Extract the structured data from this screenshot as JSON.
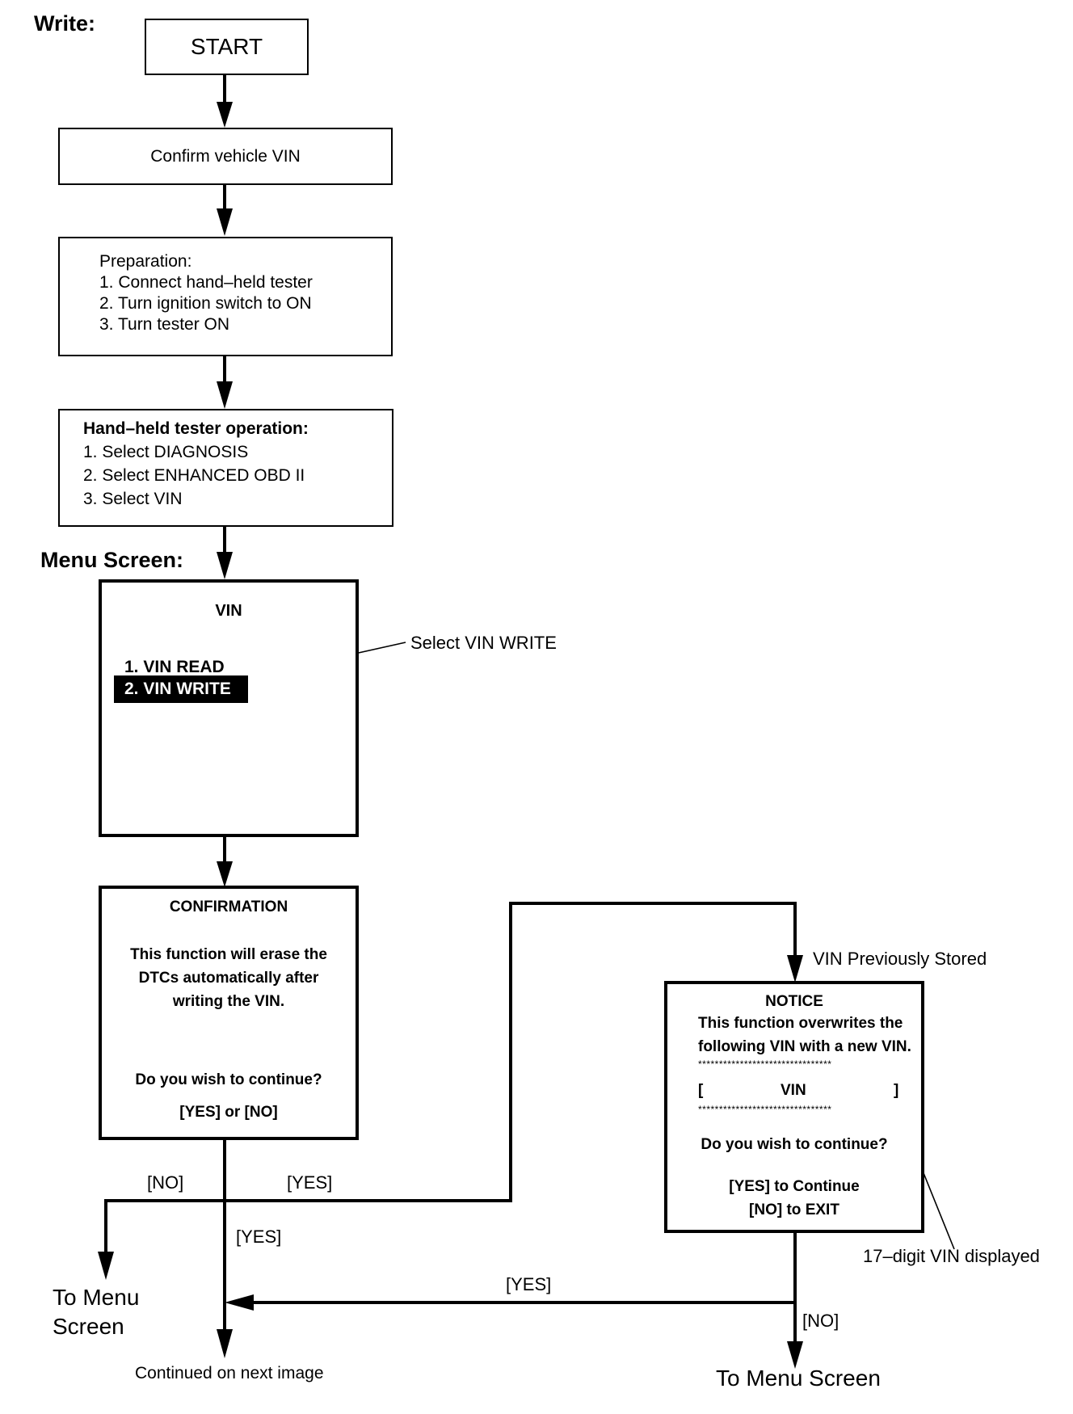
{
  "section_write": "Write:",
  "section_menu": "Menu Screen:",
  "start": "START",
  "confirm_vin": "Confirm vehicle VIN",
  "preparation": {
    "title": "Preparation:",
    "steps": [
      "1. Connect hand–held tester",
      "2. Turn ignition switch to ON",
      "3. Turn tester ON"
    ]
  },
  "tester_op": {
    "title": "Hand–held tester operation:",
    "steps": [
      "1. Select DIAGNOSIS",
      "2. Select ENHANCED OBD II",
      "3. Select VIN"
    ]
  },
  "menu_screen": {
    "title": "VIN",
    "items": [
      "1. VIN READ",
      "2. VIN WRITE"
    ],
    "callout": "Select VIN WRITE"
  },
  "confirmation": {
    "title": "CONFIRMATION",
    "message": [
      "This function will erase the",
      "DTCs automatically after",
      "writing the VIN."
    ],
    "question": "Do you wish to continue?",
    "options": "[YES] or [NO]"
  },
  "notice": {
    "title": "NOTICE",
    "message": [
      "This function overwrites the",
      "following VIN with a new VIN."
    ],
    "stars": "********************************",
    "bracket_open": "[",
    "vin": "VIN",
    "bracket_close": "]",
    "question": "Do you wish to continue?",
    "opt_yes": "[YES] to Continue",
    "opt_no": "[NO] to EXIT",
    "callout": "17–digit VIN displayed"
  },
  "labels": {
    "vin_prev_stored": "VIN Previously Stored",
    "no_left": "[NO]",
    "yes_mid": "[YES]",
    "yes_down": "[YES]",
    "yes_bottom": "[YES]",
    "no_right": "[NO]",
    "to_menu_left": [
      "To Menu",
      "Screen"
    ],
    "continued": "Continued on next  image",
    "to_menu_right": "To Menu Screen"
  }
}
